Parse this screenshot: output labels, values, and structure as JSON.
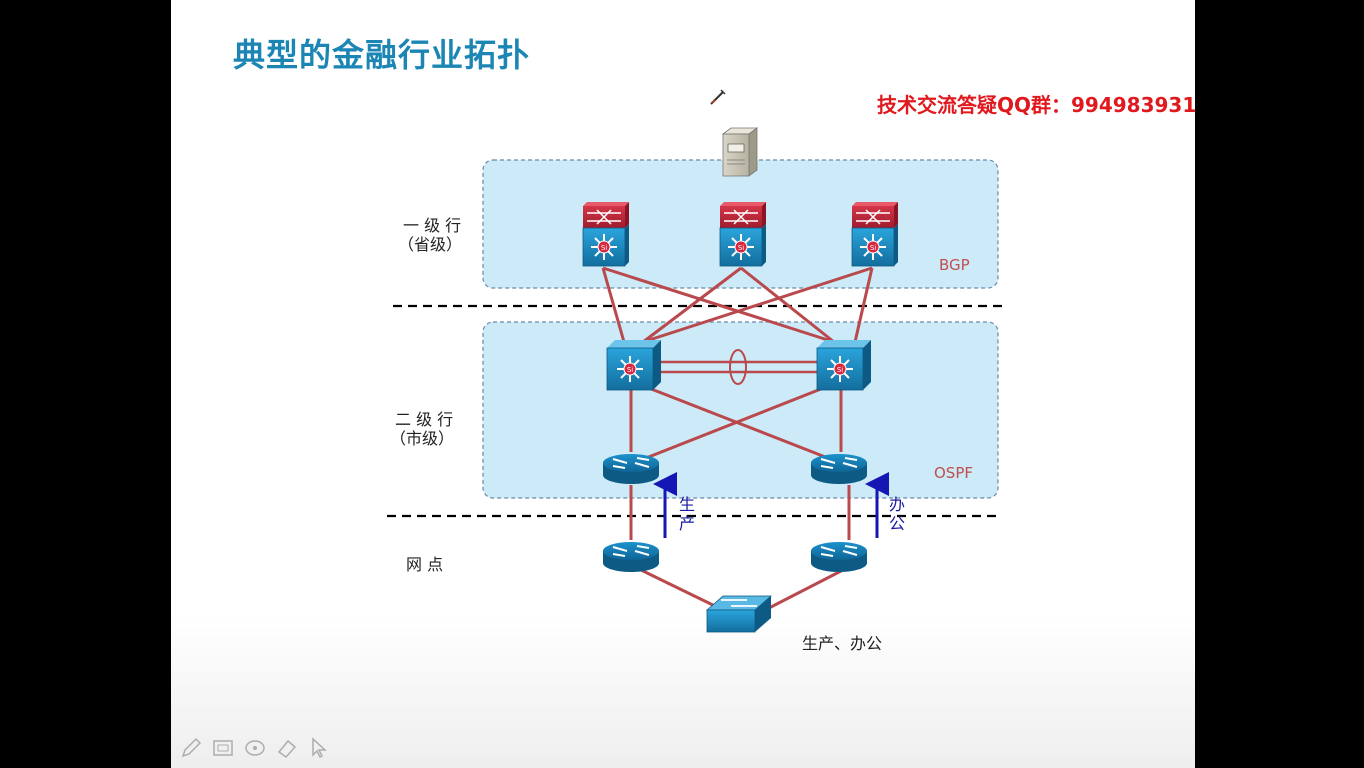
{
  "slide": {
    "title": "典型的金融行业拓扑",
    "qq_note": "技术交流答疑QQ群：994983931"
  },
  "diagram": {
    "tiers": {
      "tier1": {
        "line1": "一 级 行",
        "line2": "（省级）"
      },
      "tier2": {
        "line1": "二 级 行",
        "line2": "（市级）"
      },
      "tier3": {
        "line1": "网 点"
      }
    },
    "zones": {
      "bgp": "BGP",
      "ospf": "OSPF"
    },
    "flows": {
      "production": {
        "c1": "生",
        "c2": "产"
      },
      "office": {
        "c1": "办",
        "c2": "公"
      }
    },
    "caption": "生产、办公",
    "colors": {
      "zone_fill": "#cdeaf8",
      "zone_border": "#6a8aa8",
      "link": "#b9494d",
      "arrow": "#1616b4",
      "device_blue": "#1e8fc8",
      "firewall_red": "#c8283c"
    }
  },
  "toolbar": {
    "tools": [
      "pen-icon",
      "laser-pointer-icon",
      "highlighter-icon",
      "eraser-icon",
      "arrow-pointer-icon"
    ]
  }
}
